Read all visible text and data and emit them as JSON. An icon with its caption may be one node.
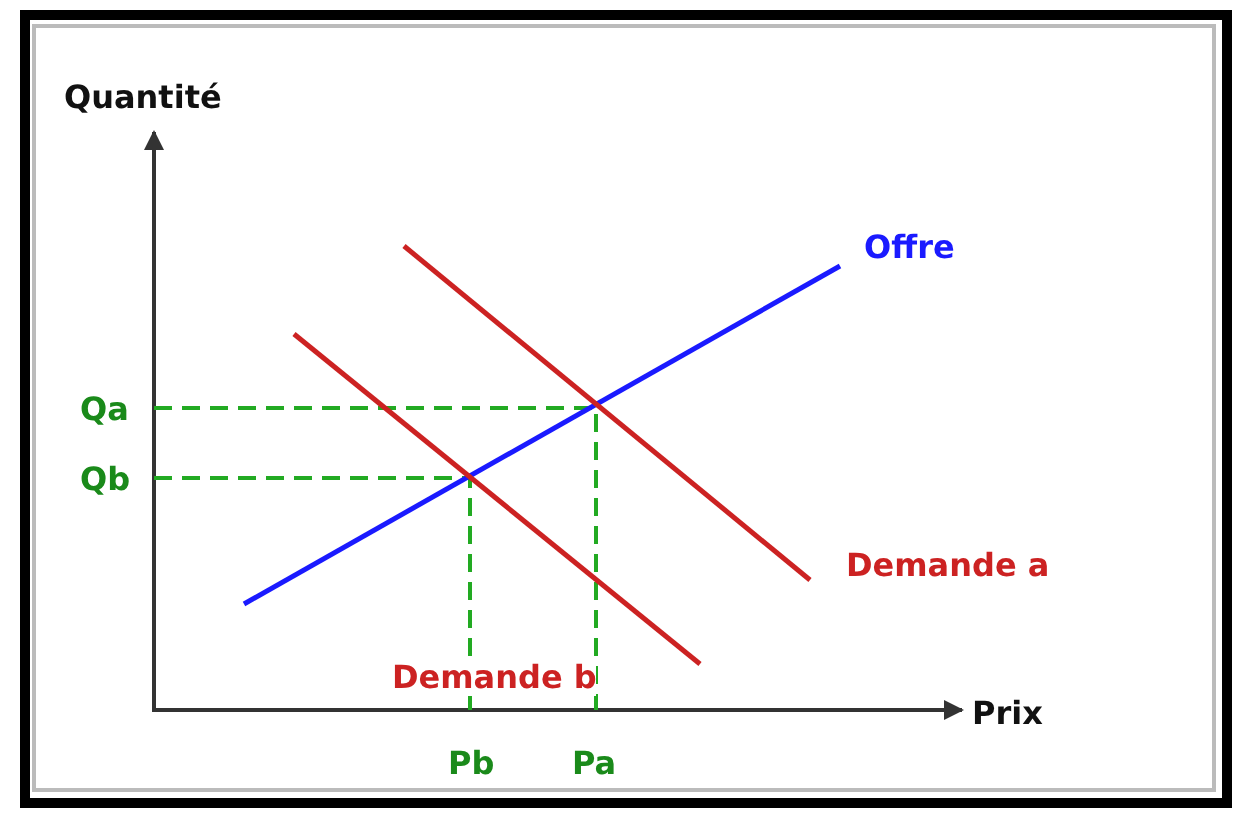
{
  "diagram": {
    "labels": [
      "Quantité",
      "Offre",
      "Qa",
      "Qb",
      "Demande a",
      "Demande b",
      "Prix",
      "Pb",
      "Pa"
    ]
  }
}
